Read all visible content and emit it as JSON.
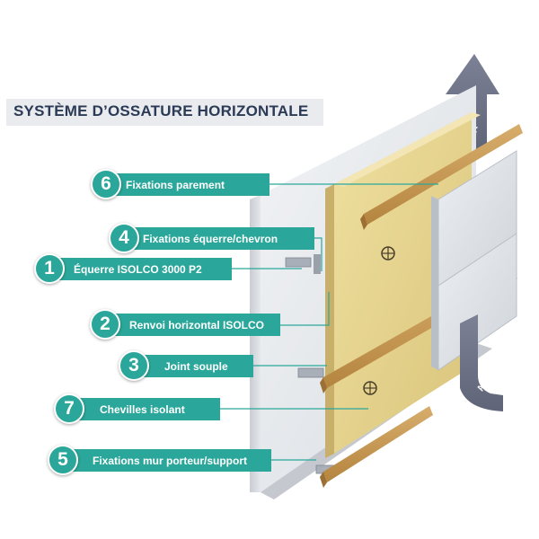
{
  "title": "SYSTÈME D’OSSATURE HORIZONTALE",
  "air_labels": [
    "AIR",
    "AIR"
  ],
  "labels": [
    {
      "number": "6",
      "text": "Fixations parement"
    },
    {
      "number": "4",
      "text": "Fixations équerre/chevron"
    },
    {
      "number": "1",
      "text": "Équerre ISOLCO 3000 P2"
    },
    {
      "number": "2",
      "text": "Renvoi horizontal ISOLCO"
    },
    {
      "number": "3",
      "text": "Joint souple"
    },
    {
      "number": "7",
      "text": "Chevilles isolant"
    },
    {
      "number": "5",
      "text": "Fixations mur porteur/support"
    }
  ],
  "colors": {
    "label_fill": "#2aa79a",
    "title_text": "#2b3a55",
    "title_bg": "#e9ebef",
    "wall": "#e8eaee",
    "insulation": "#e6d48f",
    "batten": "#c89a58",
    "panel": "#dfe3e8",
    "air_arrow": "#6c7186"
  }
}
